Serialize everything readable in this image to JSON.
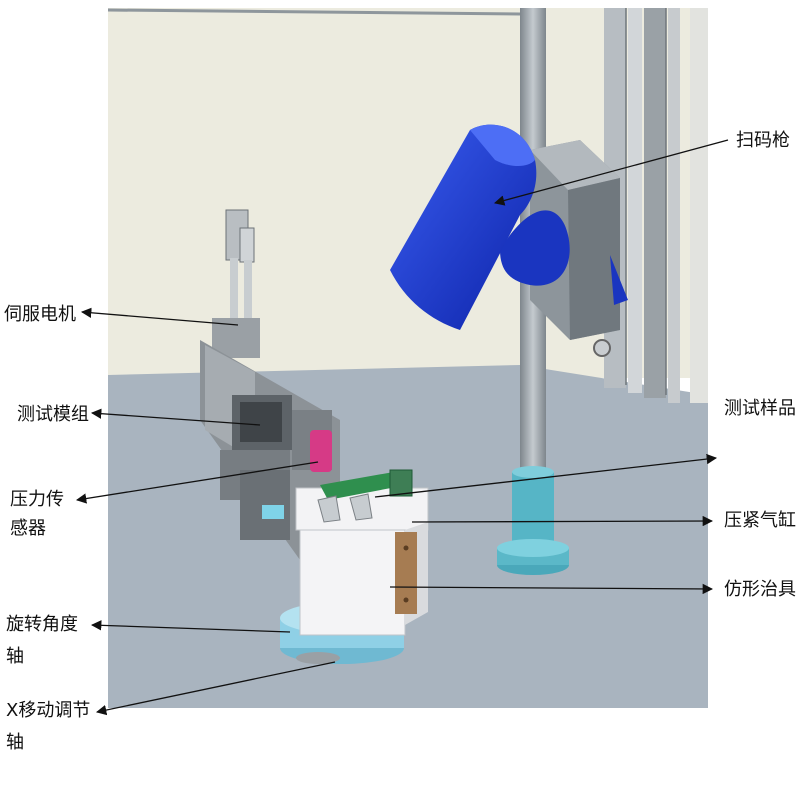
{
  "labels": {
    "scanner": "扫码枪",
    "servo_motor": "伺服电机",
    "test_module": "测试模组",
    "pressure_sensor_1": "压力传",
    "pressure_sensor_2": "感器",
    "test_sample": "测试样品",
    "press_cylinder": "压紧气缸",
    "profiling_fixture": "仿形治具",
    "rotation_axis_1": "旋转角度",
    "rotation_axis_2": "轴",
    "x_axis_1": "X移动调节",
    "x_axis_2": "轴"
  },
  "colors": {
    "wall": "#ecebdf",
    "floor": "#a9b4bf",
    "scanner_body": "#1e3fd0",
    "pole": "#9ea6ac",
    "pole_base": "#5bb8c8",
    "turntable": "#8fd0e6",
    "fixture": "#f4f4f6",
    "sensor": "#d63a86",
    "pcb": "#2f8f4e"
  }
}
